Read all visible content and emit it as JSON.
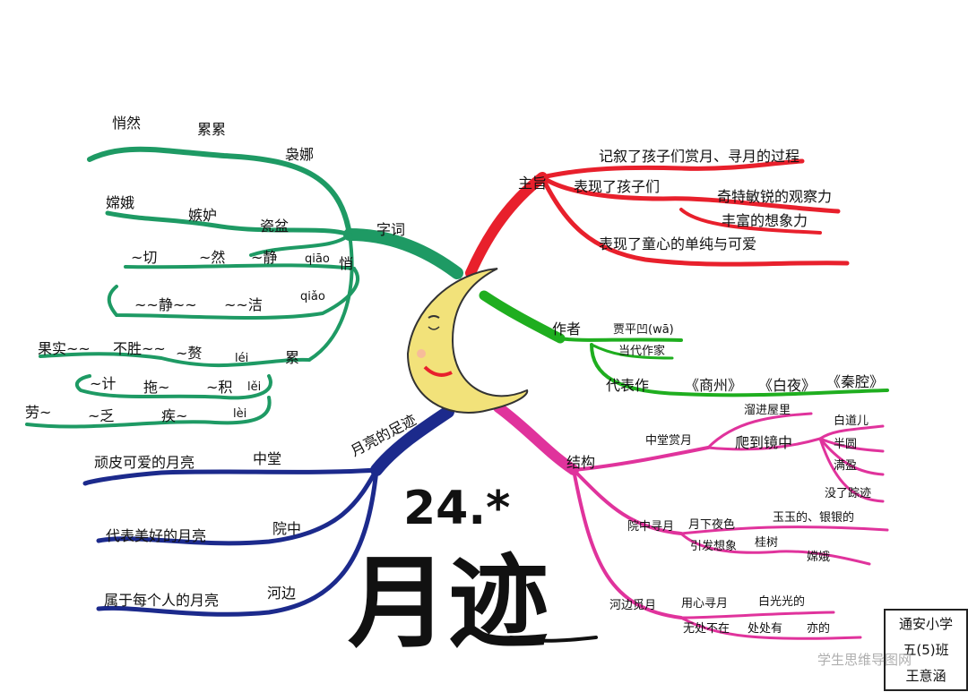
{
  "title": {
    "number": "24.*",
    "name": "月迹"
  },
  "branches": {
    "vocab": {
      "label": "字词",
      "color": "#1e9a64",
      "items": [
        "悄然",
        "累累",
        "袅娜",
        "嫦娥",
        "嫉妒",
        "瓷盆",
        "~切",
        "~然",
        "~静",
        "qiāo",
        "悄",
        "qiǎo",
        "~~静~~",
        "~~洁",
        "果实~~",
        "不胜~~",
        "~赘",
        "léi",
        "累",
        "~计",
        "拖~",
        "~积",
        "lěi",
        "劳~",
        "~乏",
        "疾~",
        "lèi"
      ]
    },
    "theme": {
      "label": "主旨",
      "color": "#e8202c",
      "items": [
        "记叙了孩子们赏月、寻月的过程",
        "表现了孩子们",
        "奇特敏锐的观察力",
        "丰富的想象力",
        "表现了童心的单纯与可爱"
      ]
    },
    "author": {
      "label": "作者",
      "color": "#1fae1f",
      "items": [
        "贾平凹(wā)",
        "当代作家",
        "代表作",
        "《商州》",
        "《白夜》",
        "《秦腔》"
      ]
    },
    "structure": {
      "label": "结构",
      "color": "#e0339c",
      "items": [
        "中堂赏月",
        "溜进屋里",
        "爬到镜中",
        "白道儿",
        "半圆",
        "满盈",
        "没了踪迹",
        "院中寻月",
        "月下夜色",
        "玉玉的、银银的",
        "引发想象",
        "桂树",
        "嫦娥",
        "河边觅月",
        "用心寻月",
        "白光光的",
        "无处不在",
        "处处有",
        "亦的"
      ]
    },
    "moon": {
      "label": "月亮的足迹",
      "color": "#1c2a8c",
      "items": [
        "顽皮可爱的月亮",
        "中堂",
        "代表美好的月亮",
        "院中",
        "属于每个人的月亮",
        "河边"
      ]
    }
  },
  "badge": {
    "line1": "通安小学",
    "line2": "五(5)班",
    "line3": "王意涵"
  },
  "watermark": "学生思维导图网"
}
